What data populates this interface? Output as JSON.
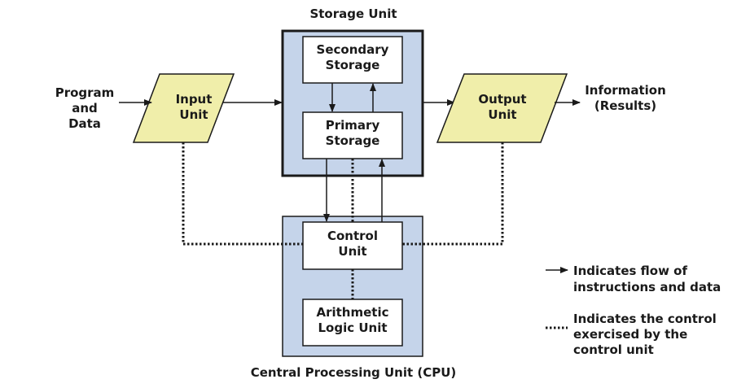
{
  "storage_unit": {
    "title": "Storage Unit",
    "secondary_storage": [
      "Secondary",
      "Storage"
    ],
    "primary_storage": [
      "Primary",
      "Storage"
    ]
  },
  "cpu": {
    "title": "Central Processing Unit (CPU)",
    "control_unit": [
      "Control",
      "Unit"
    ],
    "alu": [
      "Arithmetic",
      "Logic Unit"
    ]
  },
  "input": {
    "source": [
      "Program",
      "and",
      "Data"
    ],
    "unit": [
      "Input",
      "Unit"
    ]
  },
  "output": {
    "unit": [
      "Output",
      "Unit"
    ],
    "result": [
      "Information",
      "(Results)"
    ]
  },
  "legend": {
    "solid": [
      "Indicates flow of",
      "instructions and data"
    ],
    "dotted": [
      "Indicates the control",
      "exercised by the",
      "control unit"
    ]
  },
  "colors": {
    "unit_fill": "#c5d4ea",
    "io_fill": "#f0eeaa",
    "stroke": "#1a1a1a",
    "box_fill": "#ffffff"
  }
}
